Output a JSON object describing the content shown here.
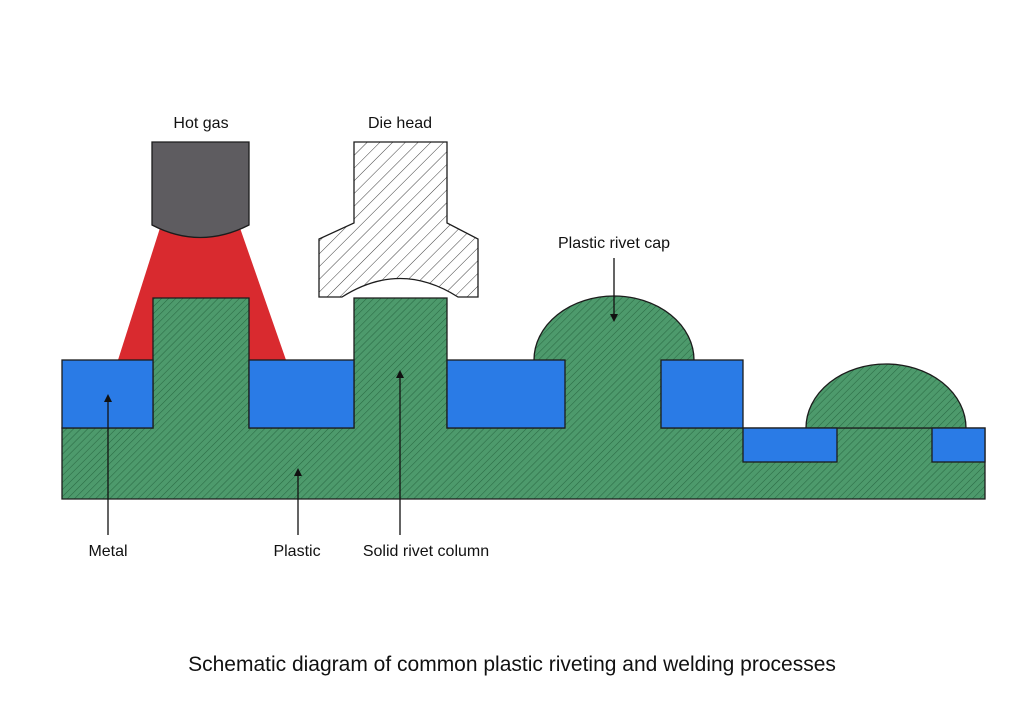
{
  "labels": {
    "hot_gas": "Hot gas",
    "die_head": "Die head",
    "plastic_rivet_cap": "Plastic rivet cap",
    "metal": "Metal",
    "plastic": "Plastic",
    "solid_rivet_column": "Solid rivet column"
  },
  "caption": "Schematic diagram of common plastic riveting and welding processes",
  "colors": {
    "plastic": "#4d9a6c",
    "metal": "#2a7be6",
    "hot_gas_flow": "#d92a2f",
    "nozzle": "#5e5c60",
    "die_head_fill": "#ffffff",
    "outline": "#1c1c1c"
  }
}
